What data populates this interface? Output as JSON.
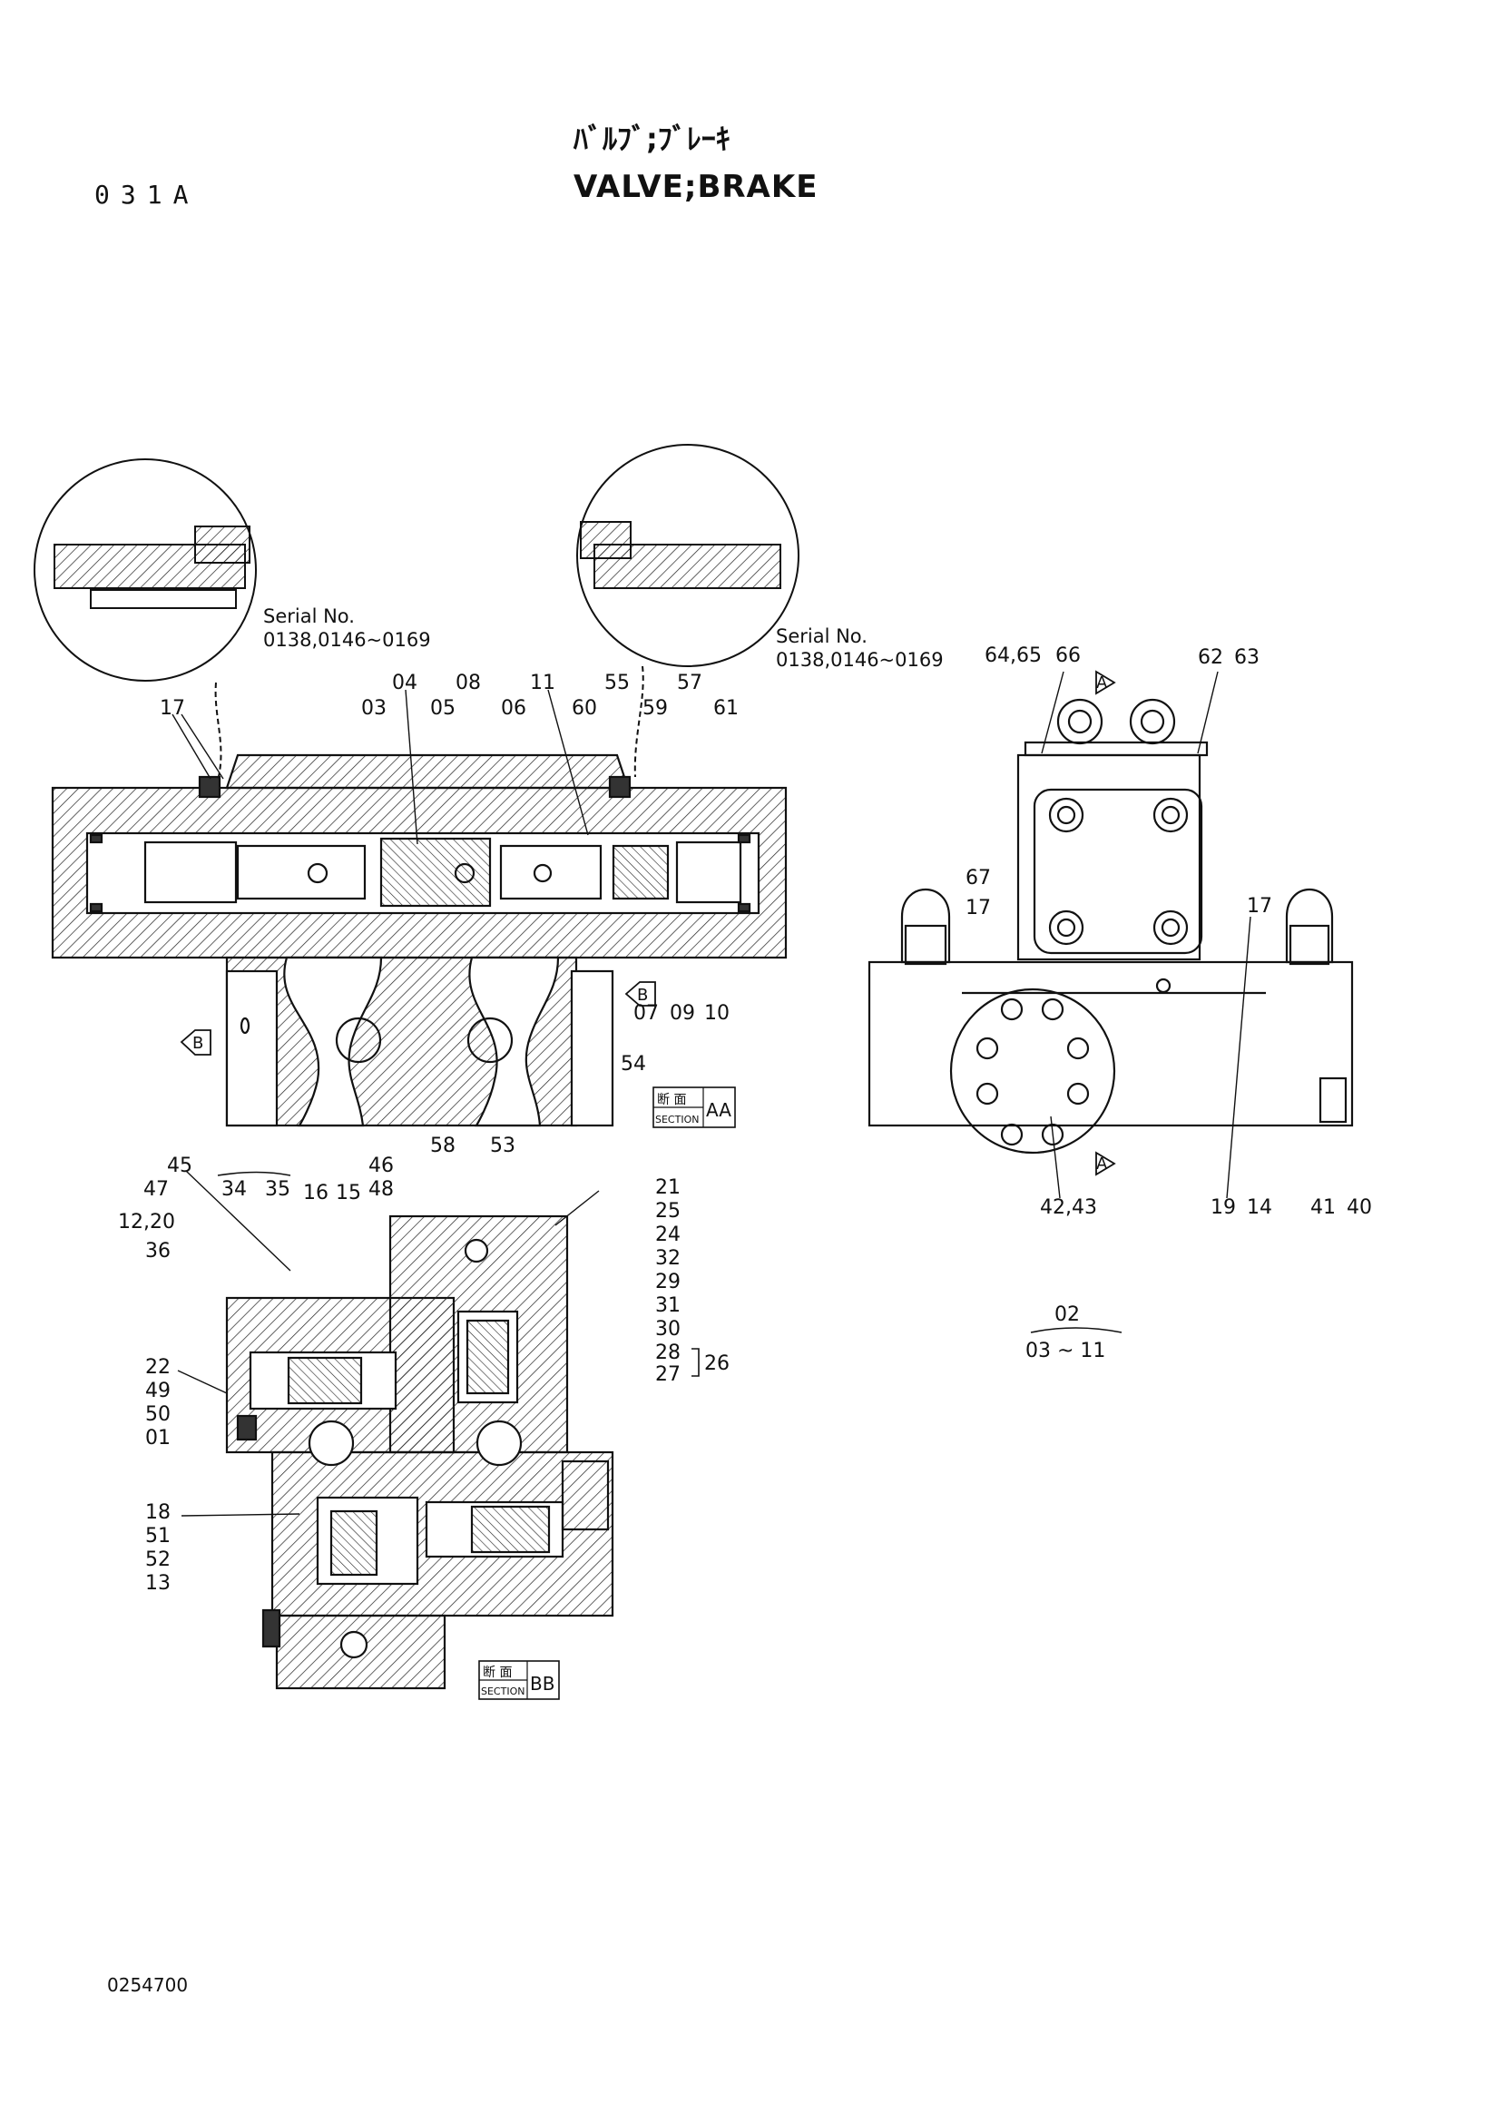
{
  "header": {
    "page_code": "031A",
    "title_jp": "ﾊﾞﾙﾌﾞ;ﾌﾞﾚｰｷ",
    "title_en": "VALVE;BRAKE"
  },
  "serial_notes": [
    {
      "line1": "Serial No.",
      "line2": "0138,0146~0169"
    },
    {
      "line1": "Serial No.",
      "line2": "0138,0146~0169"
    }
  ],
  "section_tags": [
    {
      "kanji": "断 面",
      "word": "SECTION",
      "id": "AA"
    },
    {
      "kanji": "断 面",
      "word": "SECTION",
      "id": "BB"
    }
  ],
  "section_markers": {
    "b": "B",
    "a": "A"
  },
  "part_labels": [
    "17",
    "04",
    "08",
    "11",
    "55",
    "57",
    "03",
    "05",
    "06",
    "60",
    "59",
    "61",
    "07",
    "09",
    "10",
    "54",
    "58",
    "53",
    "64,65",
    "66",
    "62",
    "63",
    "67",
    "17",
    "17",
    "42,43",
    "19",
    "14",
    "41",
    "40",
    "45",
    "46",
    "47",
    "34",
    "35",
    "16",
    "15",
    "48",
    "12,20",
    "36",
    "21",
    "25",
    "24",
    "32",
    "29",
    "31",
    "30",
    "28",
    "27",
    "26",
    "22",
    "49",
    "50",
    "01",
    "18",
    "51",
    "52",
    "13"
  ],
  "assembly_note": {
    "top": "02",
    "bottom": "03 ~ 11"
  },
  "footer": {
    "doc_number": "0254700"
  }
}
